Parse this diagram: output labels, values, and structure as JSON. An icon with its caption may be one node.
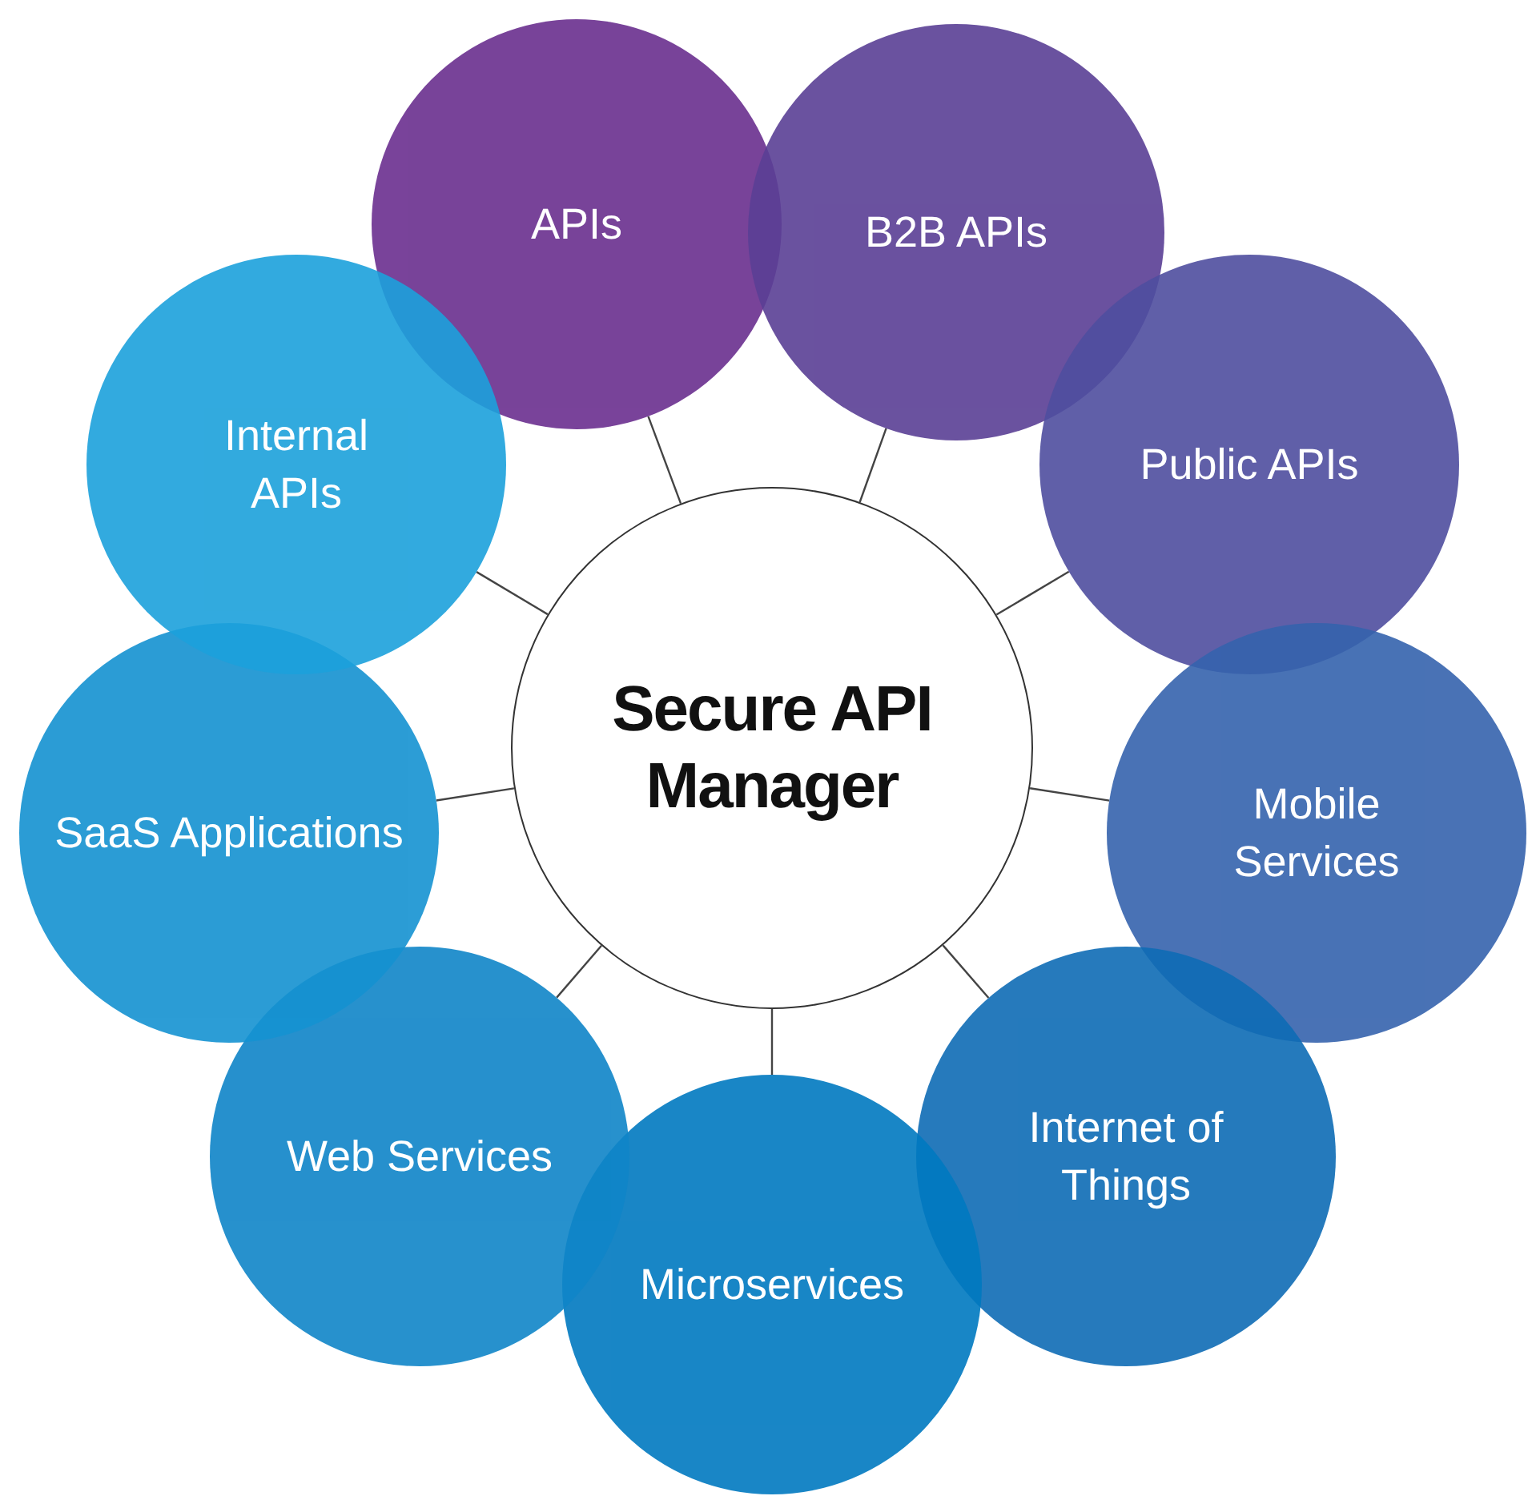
{
  "diagram": {
    "nodes": [
      {
        "text": [
          "Secure API Manager"
        ]
      },
      {
        "text": [
          "APIs"
        ]
      },
      {
        "text": [
          "B2B APIs"
        ]
      },
      {
        "text": [
          "Public APIs"
        ]
      },
      {
        "text": [
          "Mobile Services"
        ]
      },
      {
        "text": [
          "Internet of Things"
        ]
      },
      {
        "text": [
          "Microservices"
        ]
      },
      {
        "text": [
          "Web Services"
        ]
      },
      {
        "text": [
          "SaaS Applications"
        ]
      },
      {
        "text": [
          "Internal APIs"
        ]
      }
    ],
    "edges": [
      {
        "from": 0,
        "to": 1,
        "arrow": "none"
      },
      {
        "from": 0,
        "to": 2,
        "arrow": "none"
      },
      {
        "from": 0,
        "to": 3,
        "arrow": "none"
      },
      {
        "from": 0,
        "to": 4,
        "arrow": "none"
      },
      {
        "from": 0,
        "to": 5,
        "arrow": "none"
      },
      {
        "from": 0,
        "to": 6,
        "arrow": "none"
      },
      {
        "from": 0,
        "to": 7,
        "arrow": "none"
      },
      {
        "from": 0,
        "to": 8,
        "arrow": "none"
      },
      {
        "from": 0,
        "to": 9,
        "arrow": "none"
      }
    ]
  }
}
